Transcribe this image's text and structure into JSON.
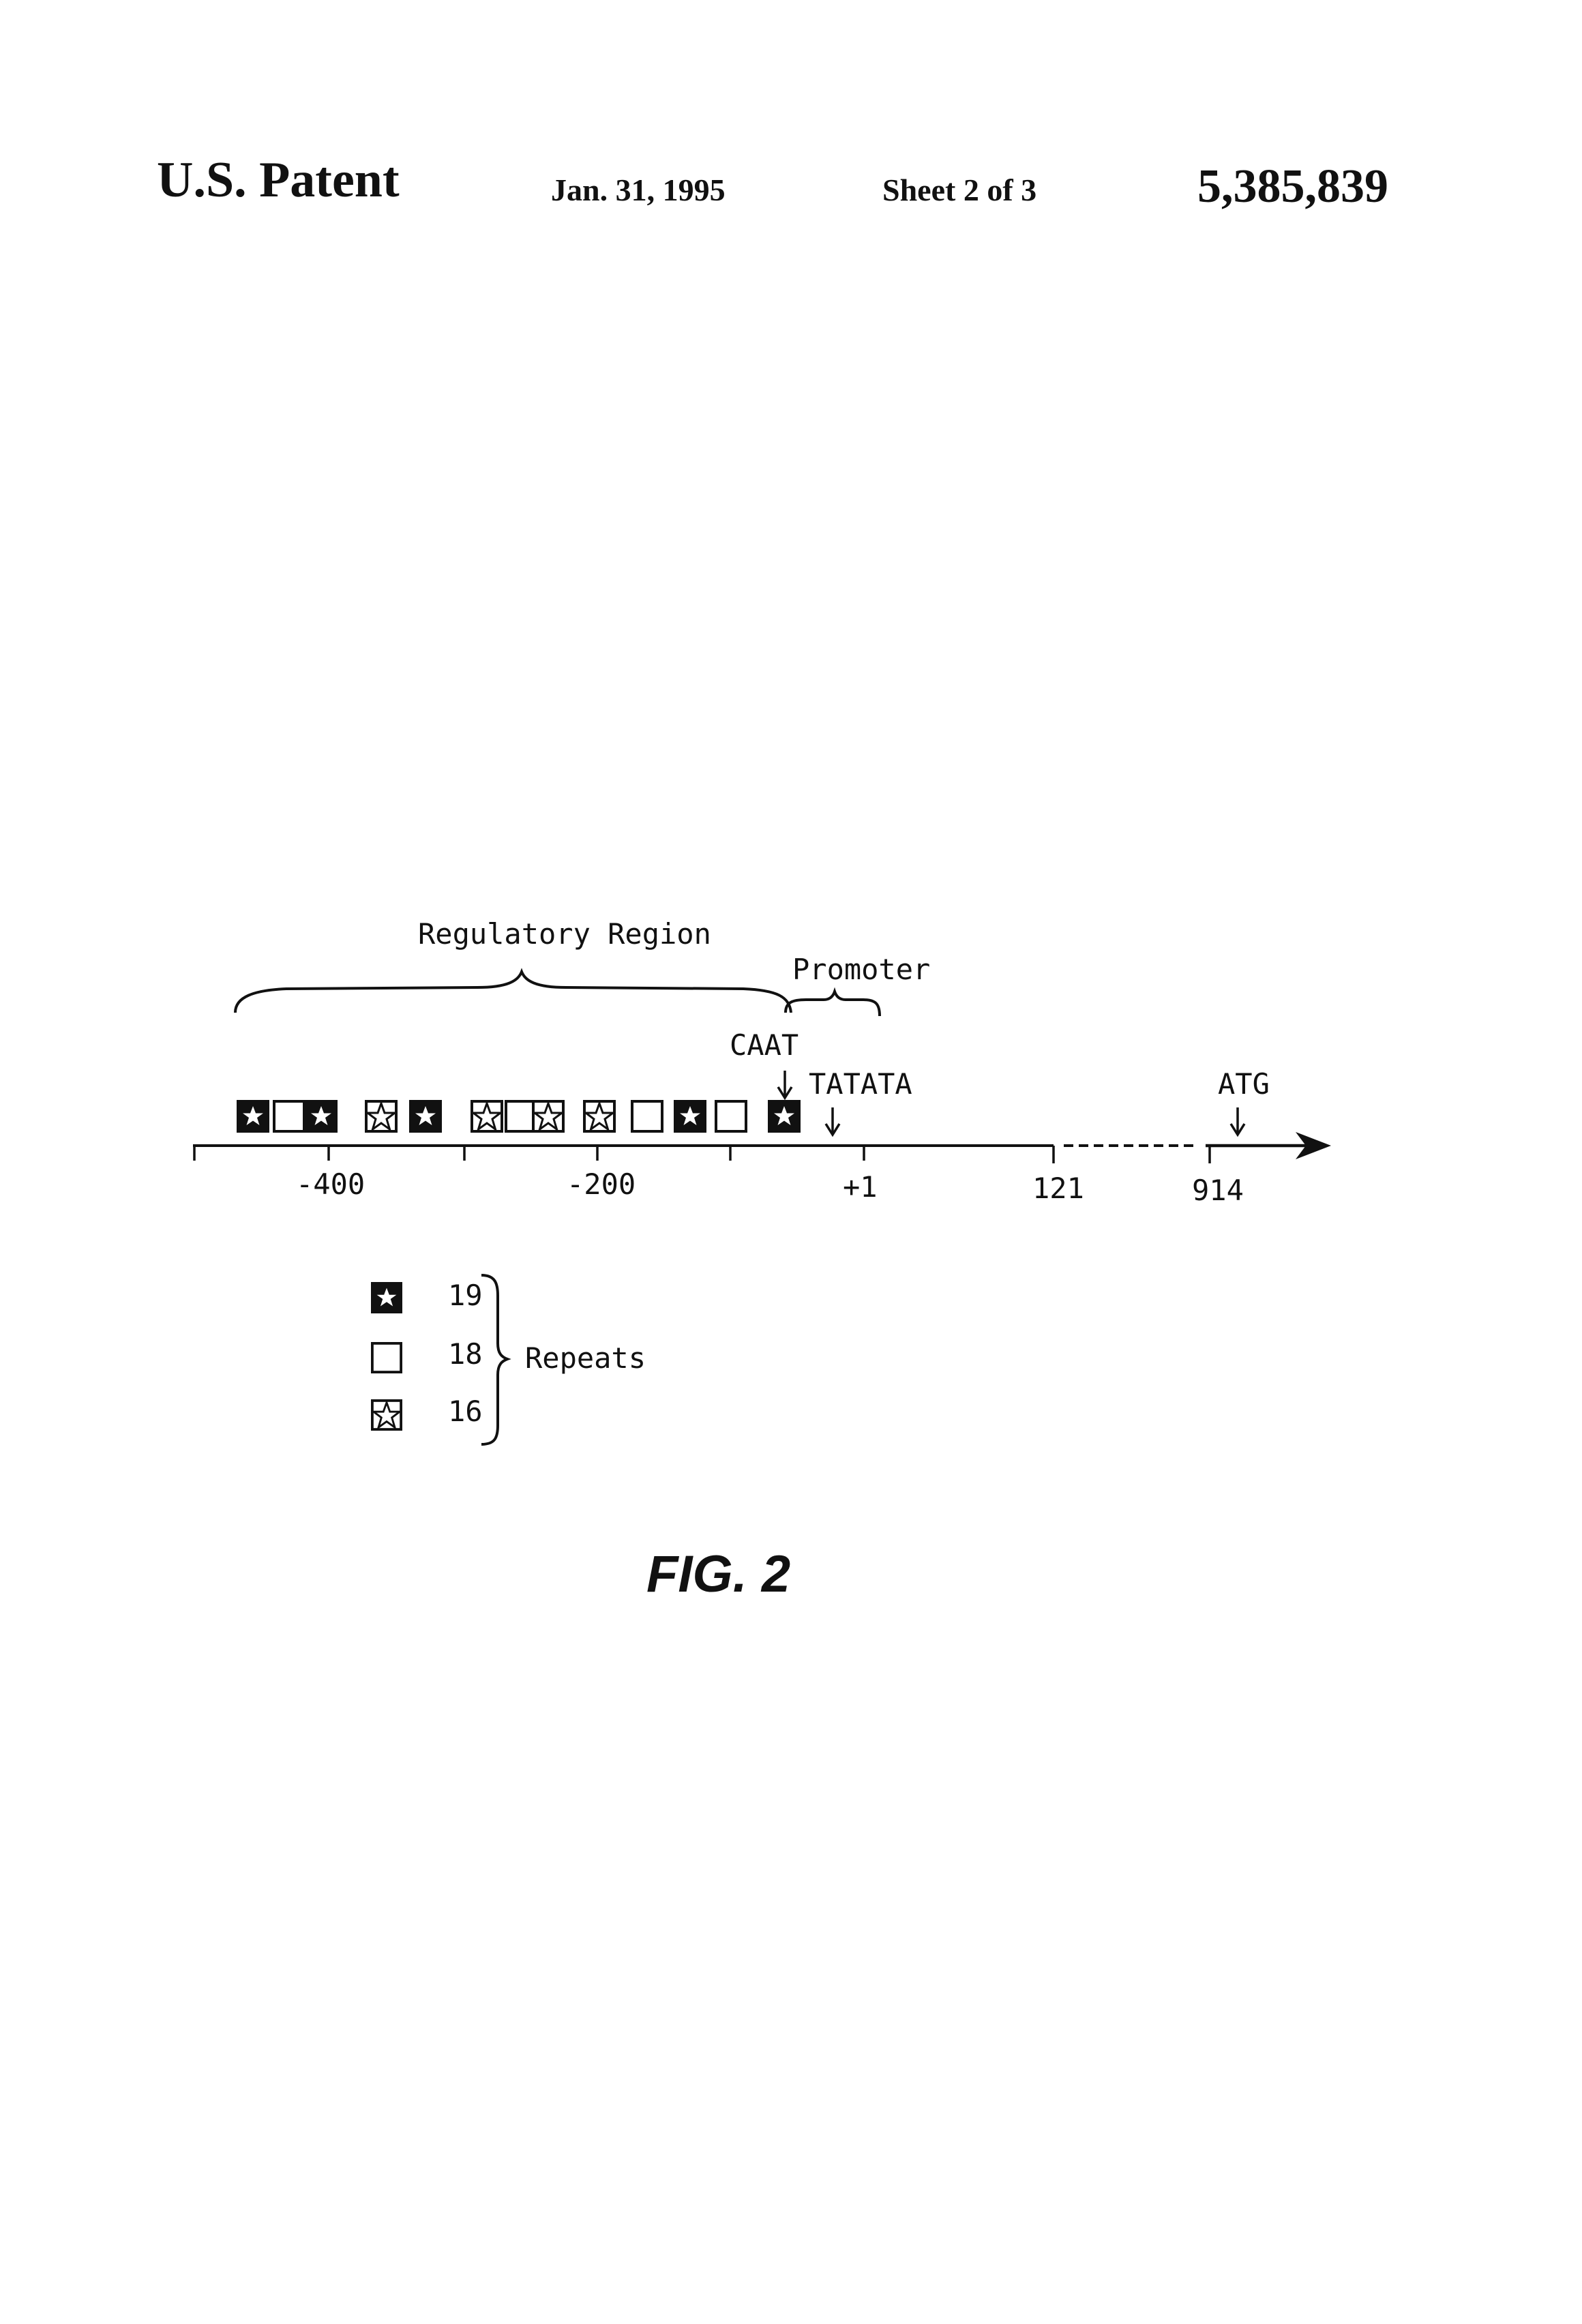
{
  "header": {
    "left_title": "U.S. Patent",
    "date": "Jan. 31, 1995",
    "sheet": "Sheet 2 of 3",
    "patent_number": "5,385,839"
  },
  "diagram": {
    "regulatory_label": "Regulatory Region",
    "promoter_label": "Promoter",
    "caat_label": "CAAT",
    "tatata_label": "TATATA",
    "atg_label": "ATG",
    "axis_ticks": [
      "-400",
      "-200",
      "+1",
      "121",
      "914"
    ],
    "repeat_sequence": [
      "19",
      "18",
      "19",
      "16",
      "19",
      "16",
      "18",
      "16",
      "16",
      "18",
      "19",
      "18",
      "19"
    ]
  },
  "legend": {
    "items": [
      {
        "label": "19",
        "kind": "19"
      },
      {
        "label": "18",
        "kind": "18"
      },
      {
        "label": "16",
        "kind": "16"
      }
    ],
    "group_label": "Repeats"
  },
  "figure_label": "FIG. 2"
}
